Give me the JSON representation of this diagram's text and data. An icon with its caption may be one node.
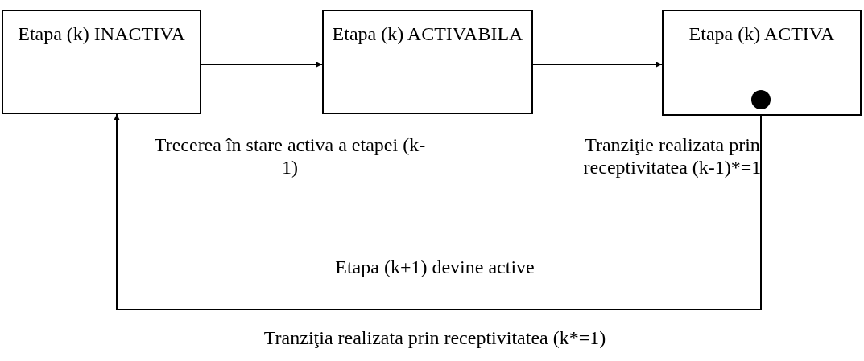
{
  "diagram": {
    "nodes": [
      {
        "text": [
          "Etapa (k) INACTIVA"
        ]
      },
      {
        "text": [
          "Etapa (k) ACTIVABILA"
        ]
      },
      {
        "text": [
          "Etapa (k) ACTIVA"
        ]
      },
      {
        "text": [],
        "shape": "circle",
        "in": 2
      }
    ],
    "edges": [
      {
        "from": 0,
        "to": 1,
        "arrow": "to"
      },
      {
        "from": 1,
        "to": 2,
        "arrow": "to"
      },
      {
        "from": 3,
        "to": 0,
        "arrow": "to"
      }
    ],
    "labels": [
      "Trecerea în stare activa a etapei (k-1)",
      "Tranziţie realizata prin receptivitatea (k-1)*=1",
      "Etapa (k+1) devine active",
      "Tranziţia realizata prin receptivitatea (k*=1)"
    ]
  }
}
